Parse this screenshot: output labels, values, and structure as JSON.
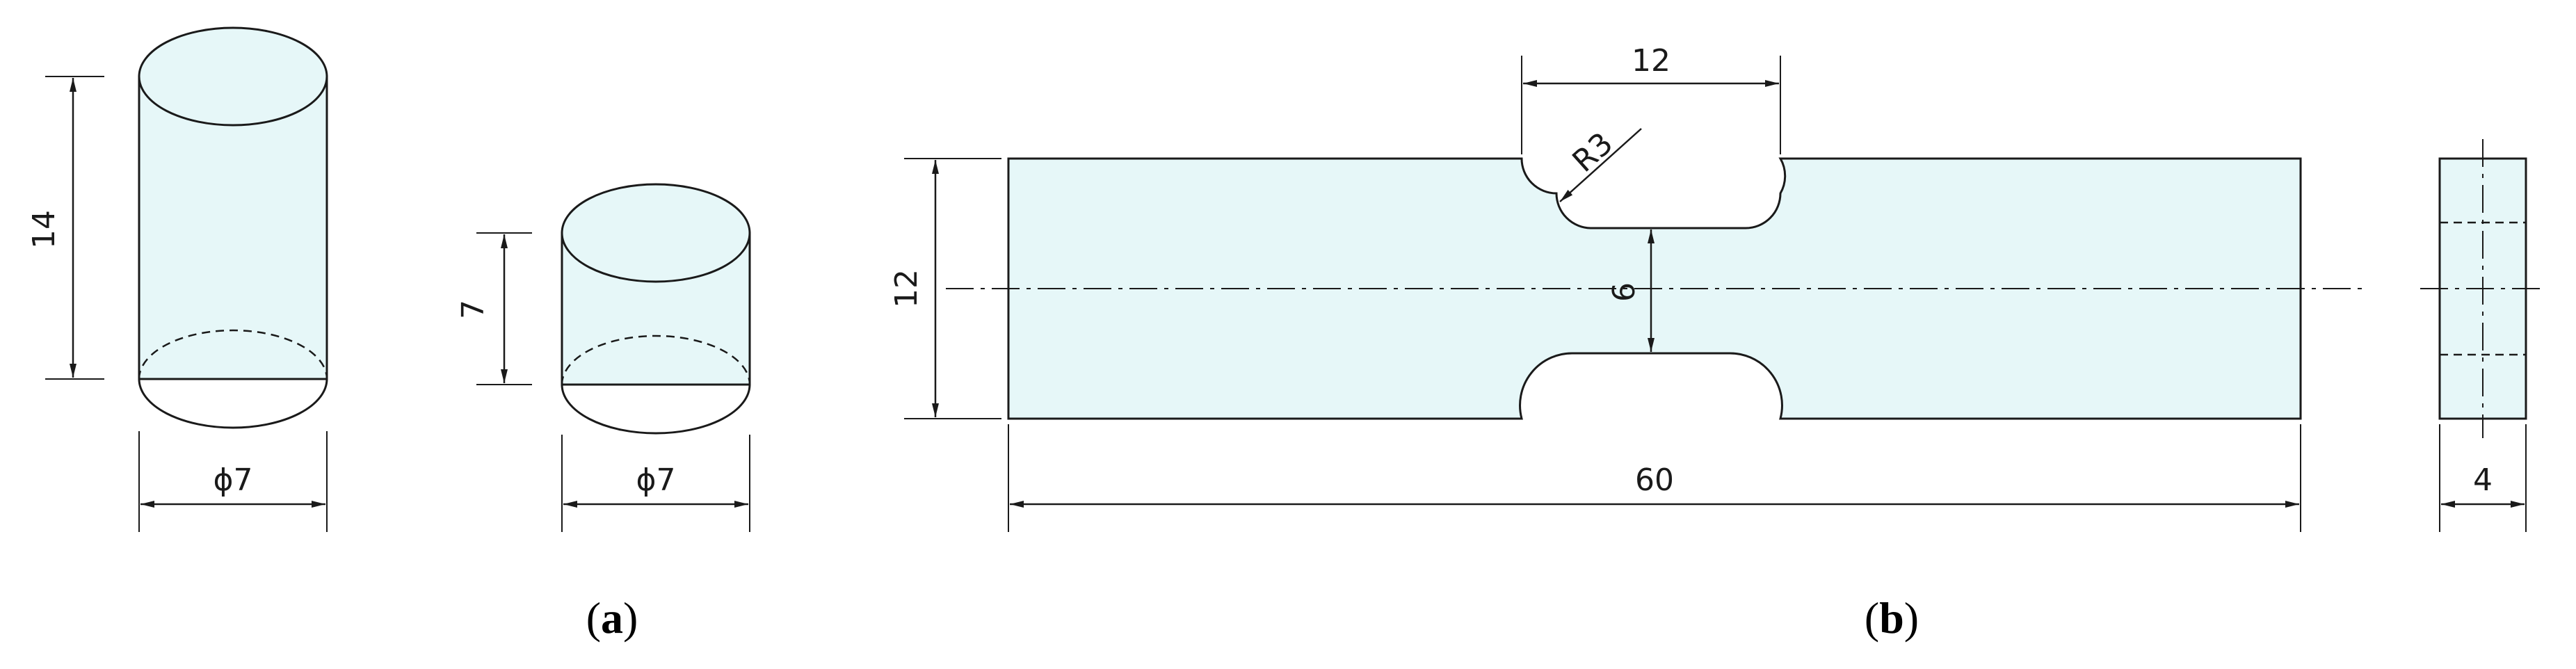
{
  "figure_a": {
    "tall_cylinder": {
      "height_label": "14",
      "diameter_label": "ϕ7"
    },
    "short_cylinder": {
      "height_label": "7",
      "diameter_label": "ϕ7"
    },
    "caption_open": "(",
    "caption_letter": "a",
    "caption_close": ")"
  },
  "figure_b": {
    "notch_width_label": "12",
    "notch_radius_label": "R3",
    "height_label": "12",
    "neck_height_label": "6",
    "length_label": "60",
    "thickness_label": "4",
    "caption_open": "(",
    "caption_letter": "b",
    "caption_close": ")"
  },
  "colors": {
    "fill": "#e6f7f8",
    "line": "#1a1a1a"
  }
}
